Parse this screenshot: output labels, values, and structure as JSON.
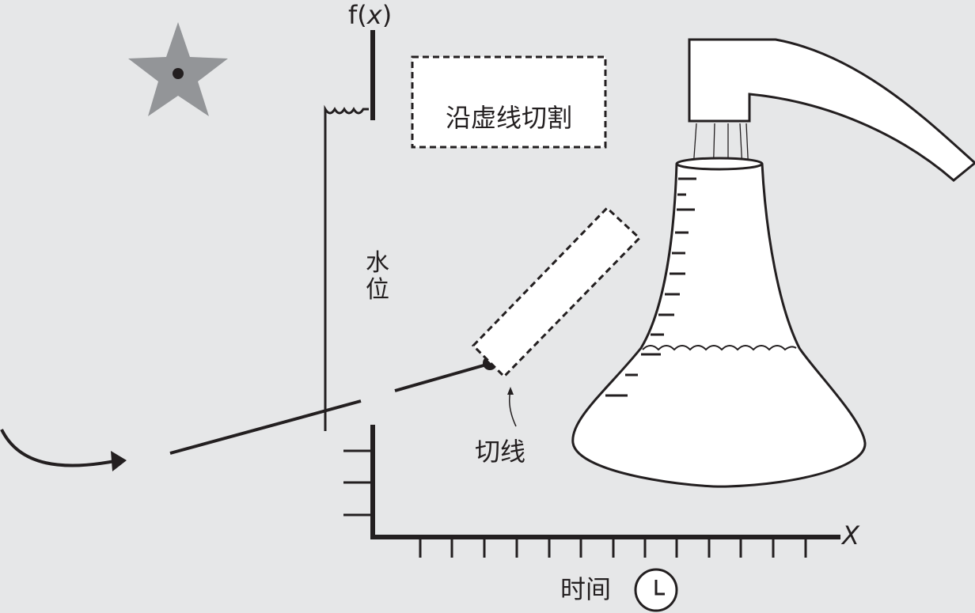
{
  "labels": {
    "y_axis": "f(",
    "y_axis_var": "x",
    "y_axis_close": ")",
    "x_axis": "X",
    "water_level_line1": "水",
    "water_level_line2": "位",
    "cut_instruction": "沿虚线切割",
    "tangent": "切线",
    "time": "时间"
  },
  "colors": {
    "background": "#e6e7e8",
    "ink": "#231f20",
    "star": "#939598",
    "paper": "#ffffff"
  },
  "icons": {
    "star": "star-icon",
    "clock": "clock-icon"
  }
}
